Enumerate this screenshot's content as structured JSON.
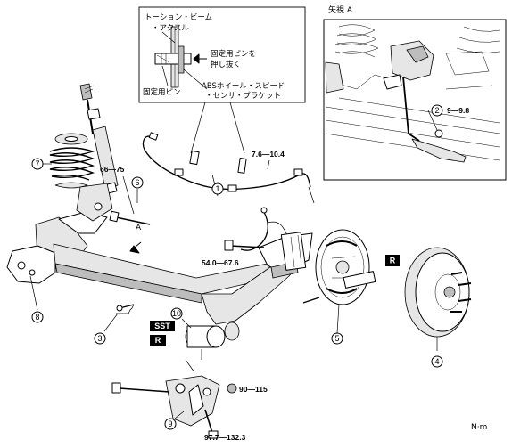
{
  "callout": {
    "line1": "トーション・ビーム",
    "line2": "・アクスル",
    "pin_action_1": "固定用ピンを",
    "pin_action_2": "押し抜く",
    "pin_label": "固定用ピン",
    "abs_1": "ABSホイール・スピード",
    "abs_2": "・センサ・ブラケット"
  },
  "view_a": {
    "title": "矢視 A",
    "torque": "9—9.8",
    "item": "2"
  },
  "direction_label": "A",
  "parts": [
    "1",
    "3",
    "4",
    "5",
    "6",
    "7",
    "8",
    "9",
    "10"
  ],
  "torques": {
    "t1": "7.6—10.4",
    "t2": "66—75",
    "t3": "54.0—67.6",
    "t4": "90—115",
    "t5": "97.7—132.3"
  },
  "marks": {
    "sst": "SST",
    "r": "R"
  },
  "unit": "N·m"
}
